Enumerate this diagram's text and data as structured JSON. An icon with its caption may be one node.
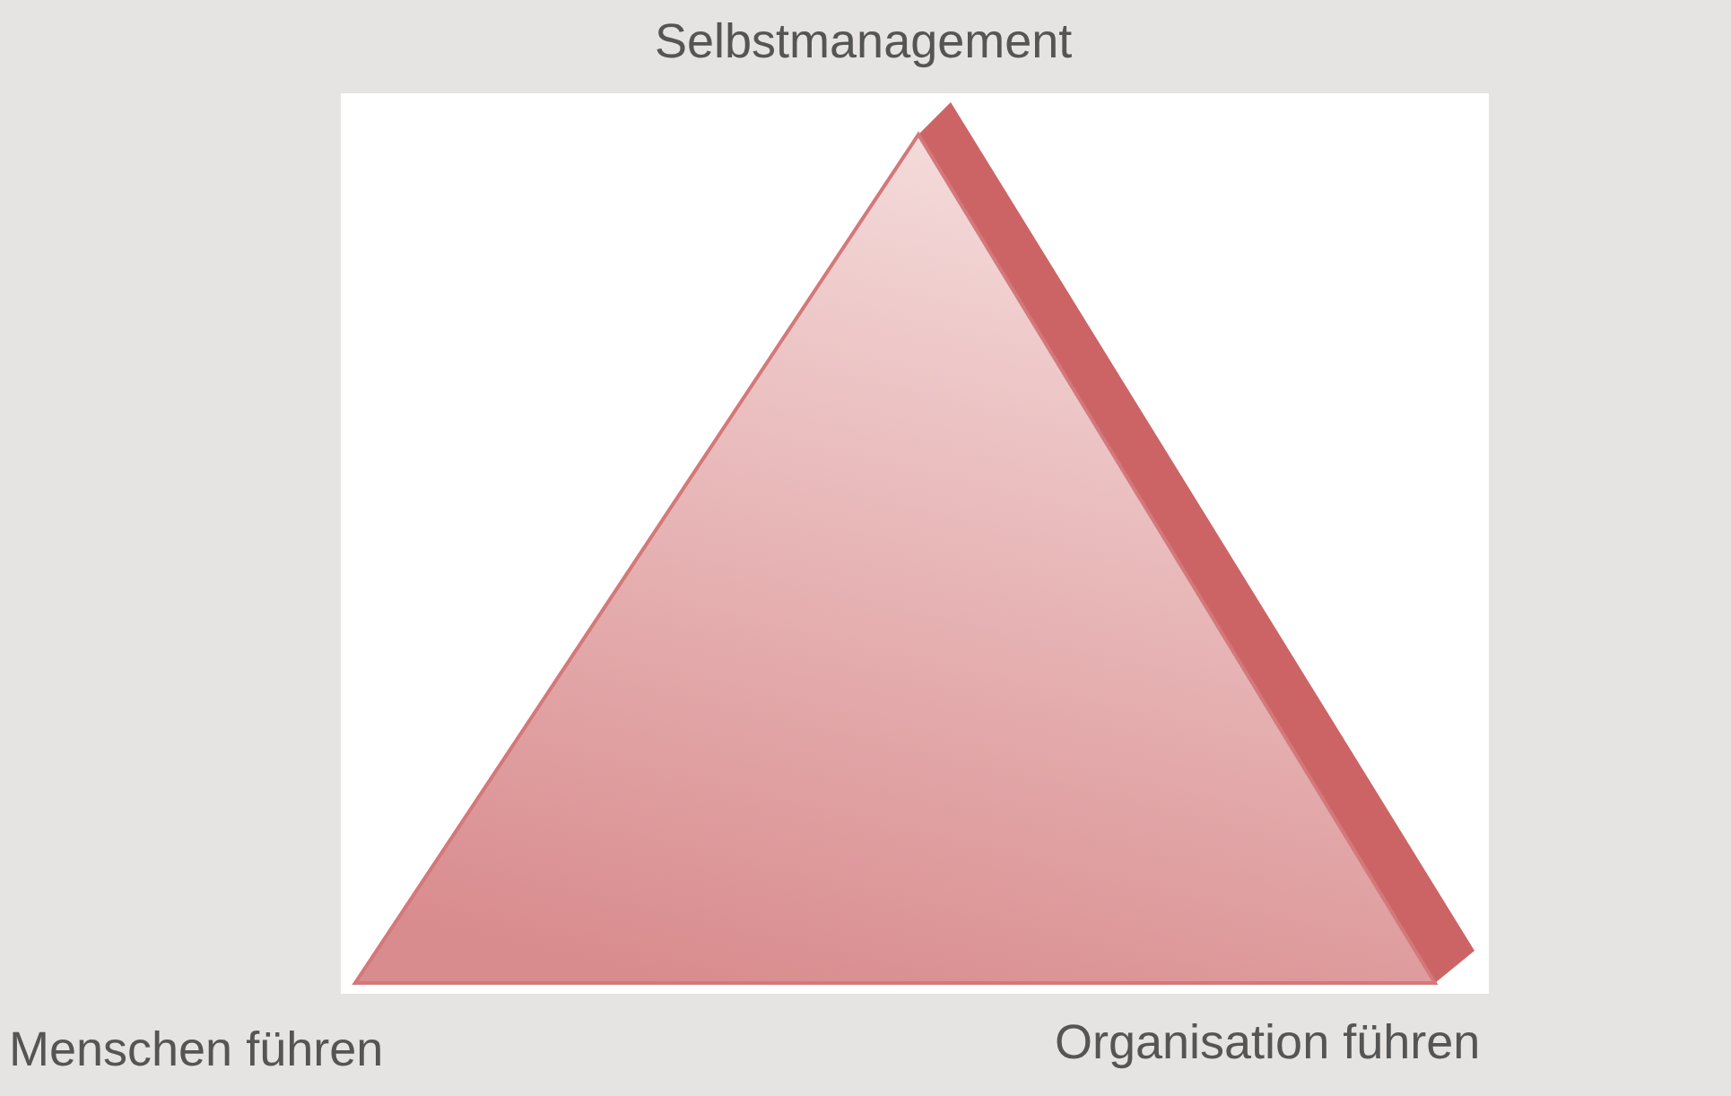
{
  "diagram": {
    "labels": [
      "Selbstmanagement",
      "Menschen führen",
      "Organisation führen"
    ]
  }
}
